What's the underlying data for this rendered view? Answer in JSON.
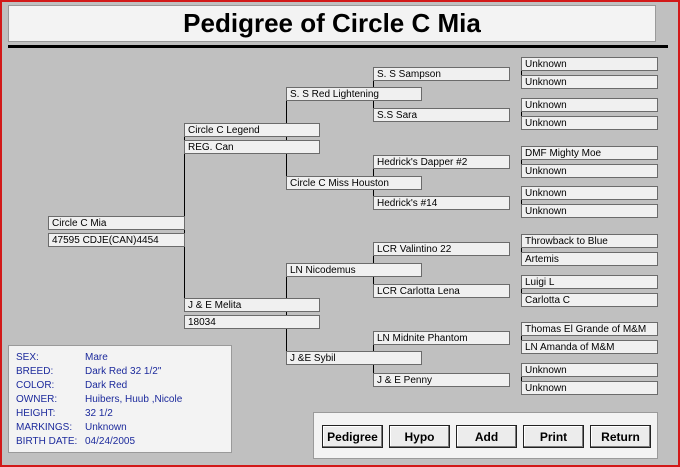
{
  "title": "Pedigree of Circle C Mia",
  "subject": {
    "name": "Circle C Mia",
    "reg": "47595 CDJE(CAN)4454"
  },
  "sire": {
    "name": "Circle C Legend",
    "reg": "REG. Can"
  },
  "dam": {
    "name": "J & E Melita",
    "reg": "18034"
  },
  "grandparents": {
    "sire_sire": "S. S Red Lightening",
    "sire_dam": "Circle C Miss Houston",
    "dam_sire": "LN Nicodemus",
    "dam_dam": "J &E Sybil"
  },
  "great_grandparents": [
    "S. S Sampson",
    "S.S Sara",
    "Hedrick's Dapper #2",
    "Hedrick's #14",
    "LCR Valintino 22",
    "LCR Carlotta Lena",
    "LN Midnite Phantom",
    "J & E Penny"
  ],
  "gg_grandparents": [
    "Unknown",
    "Unknown",
    "Unknown",
    "Unknown",
    "DMF Mighty Moe",
    "Unknown",
    "Unknown",
    "Unknown",
    "Throwback to Blue",
    "Artemis",
    "Luigi L",
    "Carlotta C",
    "Thomas El Grande of M&M",
    "LN Amanda of M&M",
    "Unknown",
    "Unknown"
  ],
  "info": [
    {
      "label": "SEX:",
      "value": "Mare"
    },
    {
      "label": "BREED:",
      "value": "Dark Red 32 1/2\""
    },
    {
      "label": "COLOR:",
      "value": "Dark Red"
    },
    {
      "label": "OWNER:",
      "value": "Huibers, Huub ,Nicole"
    },
    {
      "label": "HEIGHT:",
      "value": "32 1/2"
    },
    {
      "label": "MARKINGS:",
      "value": "Unknown"
    },
    {
      "label": "BIRTH DATE:",
      "value": "04/24/2005"
    }
  ],
  "buttons": {
    "pedigree": "Pedigree",
    "hypo": "Hypo",
    "add": "Add",
    "print": "Print",
    "return": "Return"
  }
}
